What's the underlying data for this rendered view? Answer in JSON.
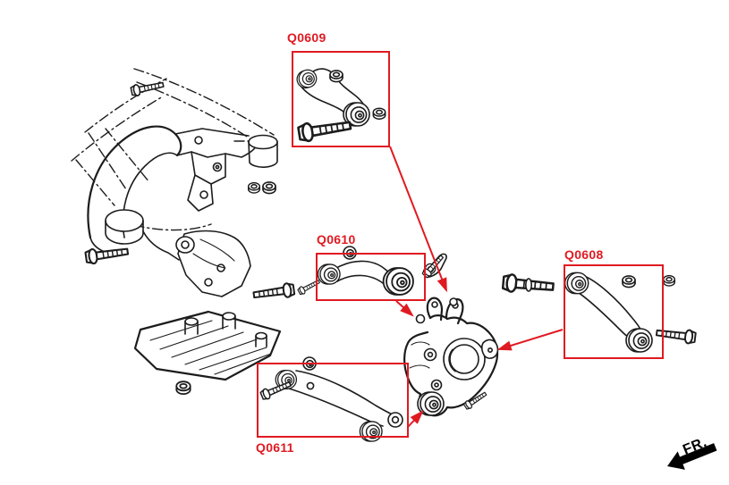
{
  "diagram": {
    "kind": "rear-suspension-parts-diagram",
    "background": "#ffffff"
  },
  "colors": {
    "callout_red": "#e01a21",
    "line_black": "#1c1c1c"
  },
  "callouts": {
    "q0609": {
      "label": "Q0609"
    },
    "q0610": {
      "label": "Q0610"
    },
    "q0608": {
      "label": "Q0608"
    },
    "q0611": {
      "label": "Q0611"
    }
  },
  "front_indicator": {
    "label": "FR."
  }
}
